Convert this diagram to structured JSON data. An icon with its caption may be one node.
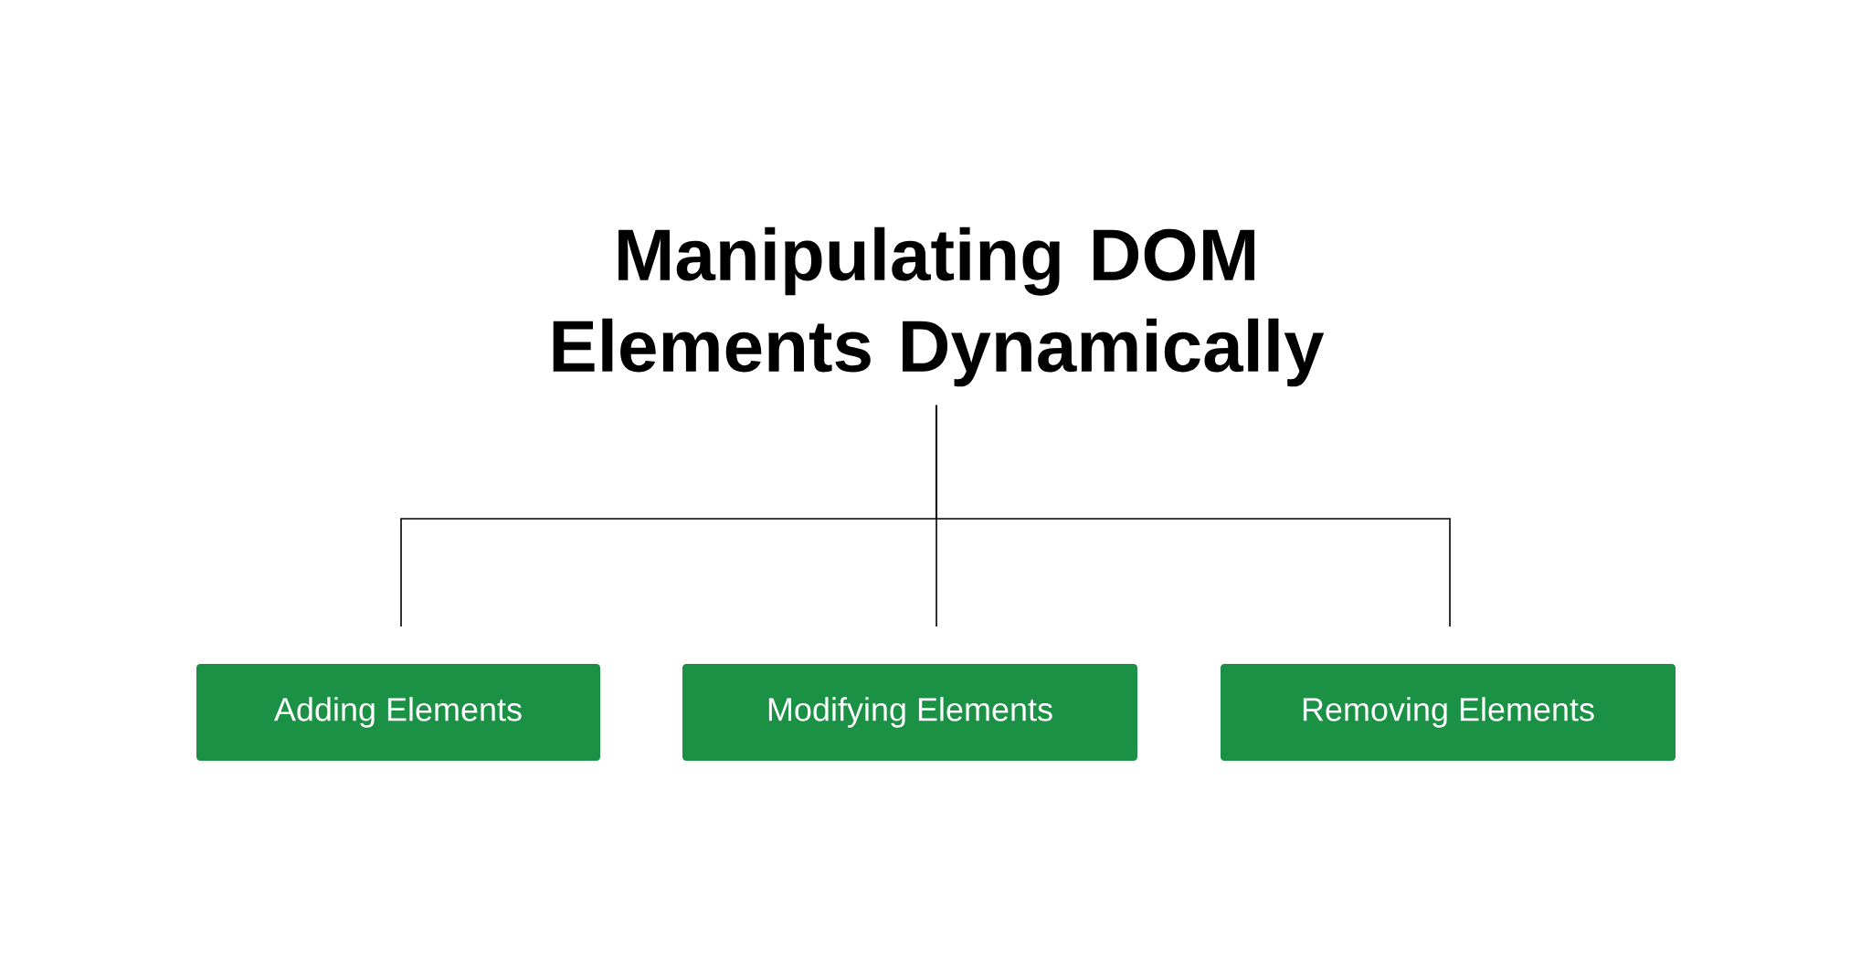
{
  "diagram": {
    "nodes": [
      {
        "text": [
          "Manipulating DOM Elements Dynamically"
        ]
      },
      {
        "text": [
          "Adding Elements"
        ]
      },
      {
        "text": [
          "Modifying Elements"
        ]
      },
      {
        "text": [
          "Removing Elements"
        ]
      }
    ],
    "edges": [
      {
        "from": 0,
        "to": 1,
        "arrow": "none"
      },
      {
        "from": 0,
        "to": 2,
        "arrow": "none"
      },
      {
        "from": 0,
        "to": 3,
        "arrow": "none"
      }
    ]
  }
}
